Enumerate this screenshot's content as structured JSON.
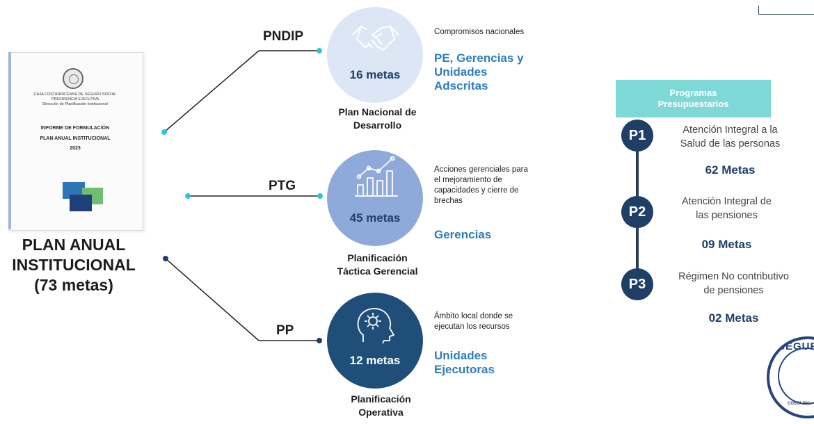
{
  "cover": {
    "line1": "CAJA COSTARRICENSE DE SEGURO SOCIAL",
    "line2": "PRESIDENCIA EJECUTIVA",
    "line3": "Dirección de Planificación Institucional",
    "title1": "INFORME DE FORMULACIÓN",
    "title2": "PLAN ANUAL INSTITUCIONAL",
    "year": "2023"
  },
  "plan": {
    "line1": "PLAN ANUAL",
    "line2": "INSTITUCIONAL",
    "line3": "(73 metas)"
  },
  "branches": [
    {
      "code": "PNDIP",
      "metas": "16 metas",
      "caption1": "Plan Nacional de",
      "caption2": "Desarrollo",
      "desc": "Compromisos nacionales",
      "who1": "PE, Gerencias y",
      "who2": "Unidades",
      "who3": "Adscritas",
      "circle_color": "#dce6f4",
      "icon": "handshake-icon"
    },
    {
      "code": "PTG",
      "metas": "45 metas",
      "caption1": "Planificación",
      "caption2": "Táctica Gerencial",
      "desc1": "Acciones gerenciales para",
      "desc2": "el mejoramiento de",
      "desc3": "capacidades y cierre de",
      "desc4": "brechas",
      "who": "Gerencias",
      "circle_color": "#8eaadb",
      "icon": "bar-chart-icon"
    },
    {
      "code": "PP",
      "metas": "12 metas",
      "caption1": "Planificación",
      "caption2": "Operativa",
      "desc1": "Ámbito local donde se",
      "desc2": "ejecutan los recursos",
      "who1": "Unidades",
      "who2": "Ejecutoras",
      "circle_color": "#1f4e79",
      "icon": "head-gear-icon"
    }
  ],
  "programs": {
    "header1": "Programas",
    "header2": "Presupuestarios",
    "items": [
      {
        "code": "P1",
        "desc1": "Atención Integral a la",
        "desc2": "Salud de las personas",
        "metas": "62 Metas"
      },
      {
        "code": "P2",
        "desc1": "Atención Integral de",
        "desc2": "las pensiones",
        "metas": "09 Metas"
      },
      {
        "code": "P3",
        "desc1": "Régimen No contributivo",
        "desc2": "de pensiones",
        "metas": "02 Metas"
      }
    ]
  },
  "logo": {
    "text1": "SEGURO S",
    "text2": "COSTA RIC"
  },
  "colors": {
    "accent_cyan": "#2ec4d6",
    "dark_blue": "#1f3f66",
    "label_blue": "#2e7dbf",
    "program_header": "#7ed8d6"
  }
}
